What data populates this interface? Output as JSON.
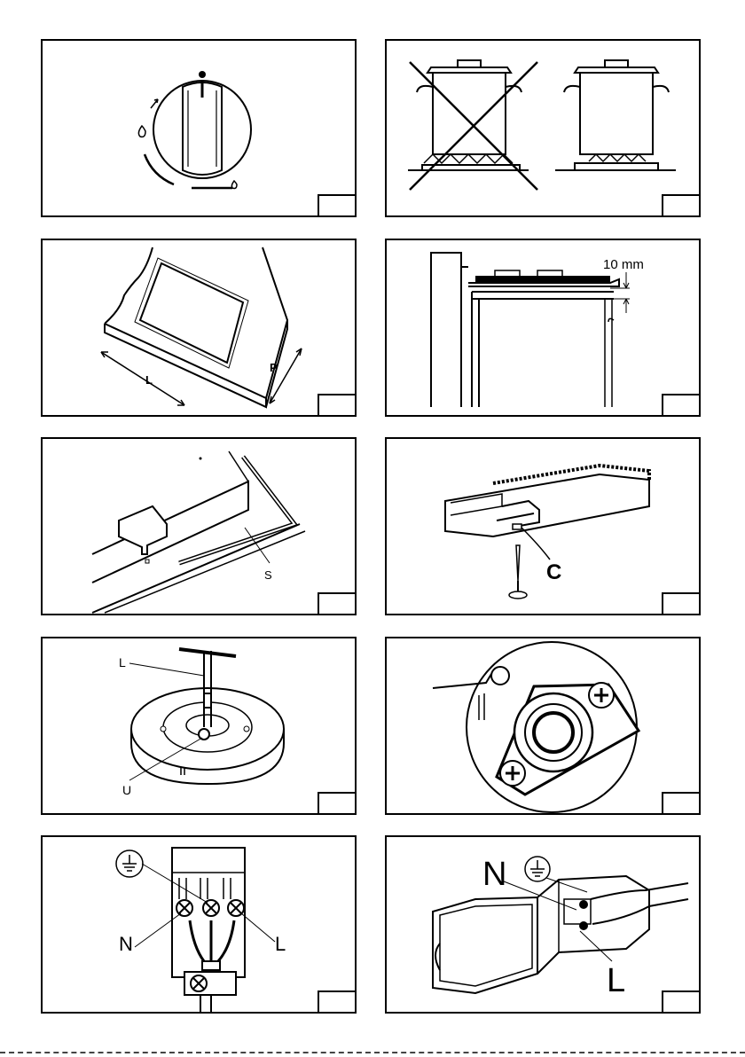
{
  "panels": {
    "p3": {
      "label_l": "L",
      "label_p": "P"
    },
    "p4": {
      "dimension": "10 mm"
    },
    "p5": {
      "label_s": "S"
    },
    "p6": {
      "label_c": "C"
    },
    "p7": {
      "label_l": "L",
      "label_u": "U"
    },
    "p9": {
      "label_n": "N",
      "label_l": "L"
    },
    "p10": {
      "label_n": "N",
      "label_l": "L"
    }
  }
}
